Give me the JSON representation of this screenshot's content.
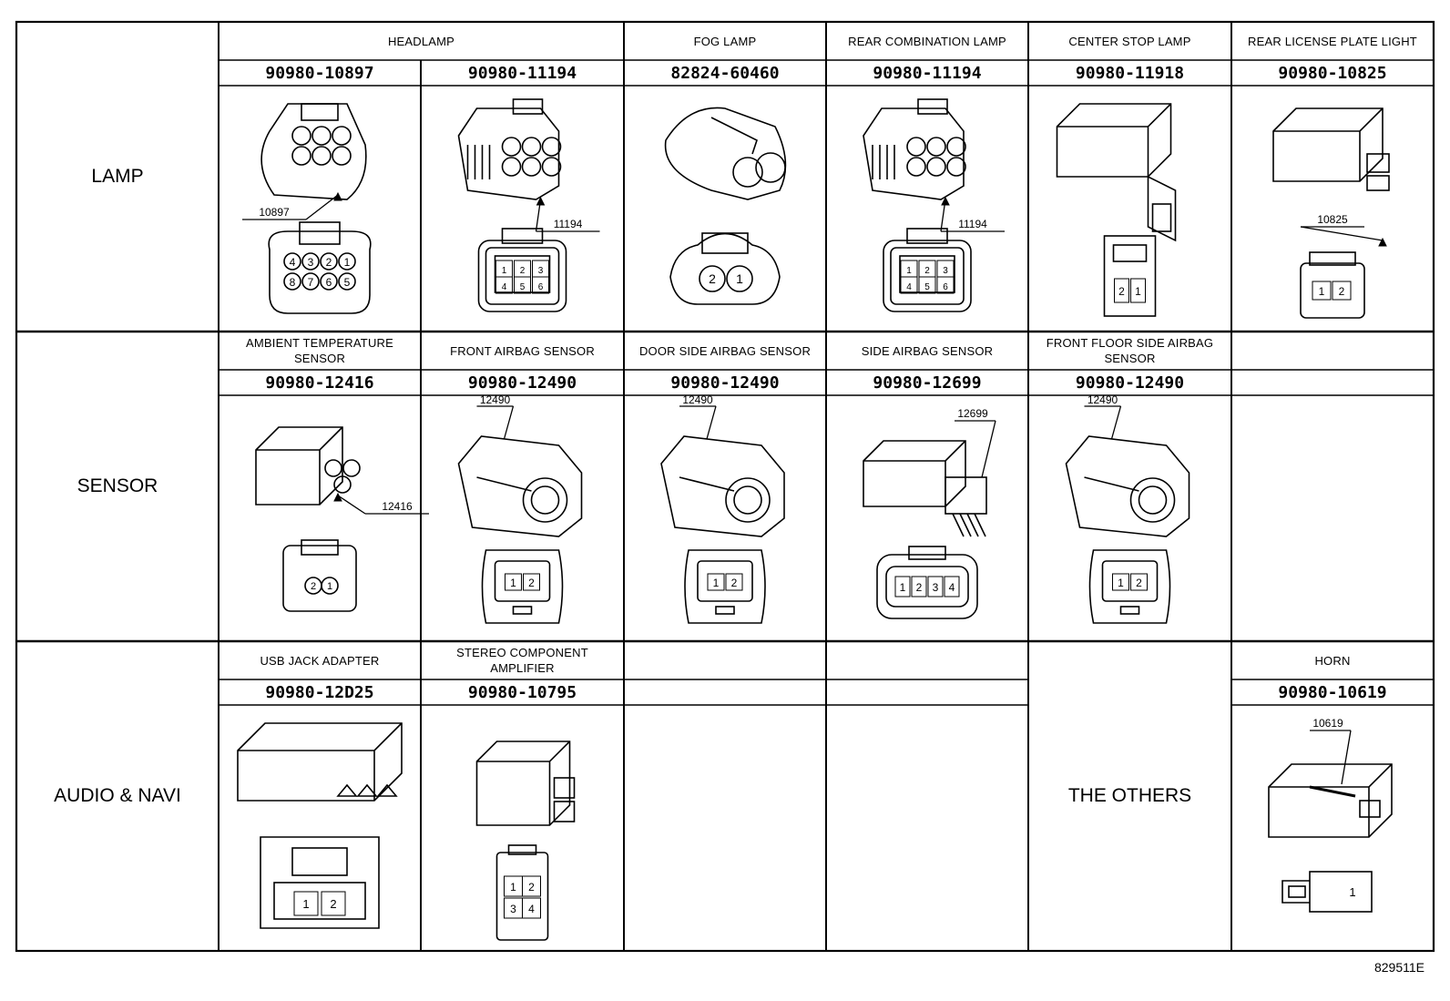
{
  "categories": [
    "LAMP",
    "SENSOR",
    "AUDIO & NAVI"
  ],
  "rows": [
    {
      "category": "LAMP",
      "cells": [
        {
          "header": "HEADLAMP",
          "part": "90980-10897",
          "callout": "10897",
          "pins": [
            "4",
            "3",
            "2",
            "1",
            "8",
            "7",
            "6",
            "5"
          ],
          "shape": "round8"
        },
        {
          "header": "",
          "part": "90980-11194",
          "callout": "11194",
          "pins": [
            "1",
            "2",
            "3",
            "4",
            "5",
            "6"
          ],
          "shape": "rect6"
        },
        {
          "header": "FOG LAMP",
          "part": "82824-60460",
          "callout": "",
          "pins": [
            "2",
            "1"
          ],
          "shape": "oval2"
        },
        {
          "header": "REAR COMBINATION LAMP",
          "part": "90980-11194",
          "callout": "11194",
          "pins": [
            "1",
            "2",
            "3",
            "4",
            "5",
            "6"
          ],
          "shape": "rect6"
        },
        {
          "header": "CENTER STOP LAMP",
          "part": "90980-11918",
          "callout": "",
          "pins": [
            "2",
            "1"
          ],
          "shape": "tall2"
        },
        {
          "header": "REAR LICENSE PLATE LIGHT",
          "part": "90980-10825",
          "callout": "10825",
          "pins": [
            "1",
            "2"
          ],
          "shape": "rect2"
        }
      ]
    },
    {
      "category": "SENSOR",
      "cells": [
        {
          "header": "AMBIENT TEMPERATURE SENSOR",
          "part": "90980-12416",
          "callout": "12416",
          "pins": [
            "2",
            "1"
          ],
          "shape": "sensor2"
        },
        {
          "header": "FRONT AIRBAG SENSOR",
          "part": "90980-12490",
          "callout": "12490",
          "pins": [
            "1",
            "2"
          ],
          "shape": "airbag2"
        },
        {
          "header": "DOOR SIDE AIRBAG SENSOR",
          "part": "90980-12490",
          "callout": "12490",
          "pins": [
            "1",
            "2"
          ],
          "shape": "airbag2"
        },
        {
          "header": "SIDE AIRBAG SENSOR",
          "part": "90980-12699",
          "callout": "12699",
          "pins": [
            "1",
            "2",
            "3",
            "4"
          ],
          "shape": "long4"
        },
        {
          "header": "FRONT FLOOR SIDE AIRBAG SENSOR",
          "part": "90980-12490",
          "callout": "12490",
          "pins": [
            "1",
            "2"
          ],
          "shape": "airbag2"
        },
        {
          "header": "",
          "part": "",
          "callout": "",
          "pins": [],
          "shape": "none"
        }
      ]
    },
    {
      "category": "AUDIO & NAVI",
      "cells": [
        {
          "header": "USB JACK ADAPTER",
          "part": "90980-12D25",
          "callout": "",
          "pins": [
            "1",
            "2"
          ],
          "shape": "usb2"
        },
        {
          "header": "STEREO COMPONENT AMPLIFIER",
          "part": "90980-10795",
          "callout": "",
          "pins": [
            "1",
            "2",
            "3",
            "4"
          ],
          "shape": "sq4"
        },
        {
          "header": "",
          "part": "",
          "callout": "",
          "pins": [],
          "shape": "none"
        },
        {
          "header": "",
          "part": "",
          "callout": "",
          "pins": [],
          "shape": "none"
        }
      ]
    }
  ],
  "others": {
    "label": "THE OTHERS",
    "header": "HORN",
    "part": "90980-10619",
    "callout": "10619",
    "pins": [
      "1"
    ]
  },
  "figure_id": "829511E"
}
